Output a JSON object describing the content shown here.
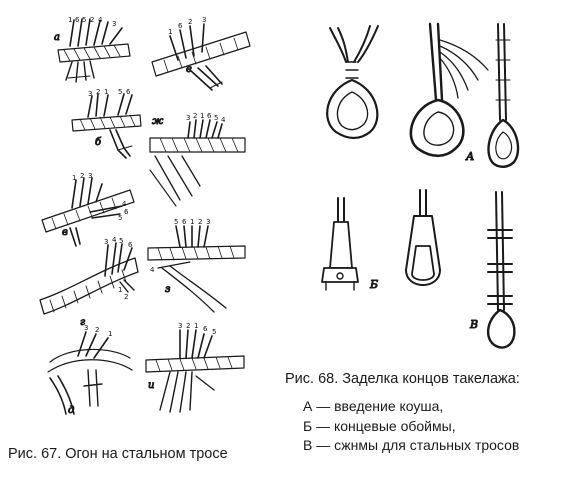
{
  "figure67": {
    "caption": "Рис. 67. Огон на стальном тросе",
    "panel_labels": [
      "а",
      "б",
      "в",
      "г",
      "д",
      "е",
      "ж",
      "з",
      "и"
    ],
    "strand_numbers": {
      "a": [
        "1",
        "6",
        "5",
        "2",
        "4",
        "3"
      ],
      "b": [
        "3",
        "2",
        "1",
        "5",
        "6"
      ],
      "v": [
        "1",
        "2",
        "3",
        "4",
        "6",
        "5"
      ],
      "g": [
        "3",
        "4",
        "5",
        "6",
        "1",
        "2"
      ],
      "d": [
        "3",
        "2",
        "1"
      ],
      "e": [
        "1",
        "6",
        "2",
        "3"
      ],
      "zh": [
        "3",
        "2",
        "1",
        "6",
        "5",
        "4"
      ],
      "z": [
        "5",
        "6",
        "1",
        "2",
        "3",
        "4"
      ],
      "i": [
        "3",
        "2",
        "1",
        "6",
        "5"
      ]
    }
  },
  "figure68": {
    "caption": "Рис. 68. Заделка концов такелажа:",
    "legend": [
      "А — введение коуша,",
      "Б — концевые обоймы,",
      "В — сжнмы для стальных тросов"
    ],
    "panel_labels": [
      "А",
      "Б",
      "В"
    ]
  }
}
